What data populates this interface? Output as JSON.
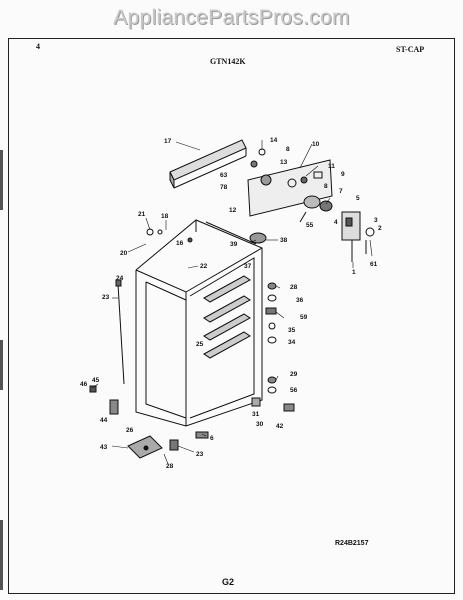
{
  "watermark": "AppliancePartsPros.com",
  "header": {
    "page_num": "4",
    "model": "GTN142K",
    "section": "ST-CAP"
  },
  "footer": {
    "ref_code": "R24B2157",
    "page_label": "G2"
  },
  "callouts": {
    "c17": "17",
    "c14": "14",
    "c8a": "8",
    "c13": "13",
    "c10": "10",
    "c11": "11",
    "c9": "9",
    "c8b": "8",
    "c7": "7",
    "c5": "5",
    "c63": "63",
    "c78": "78",
    "c12": "12",
    "c55": "55",
    "c3": "3",
    "c4": "4",
    "c2": "2",
    "c1": "1",
    "c61": "61",
    "c21": "21",
    "c18": "18",
    "c16": "16",
    "c39": "39",
    "c38": "38",
    "c20": "20",
    "c22": "22",
    "c37": "37",
    "c24": "24",
    "c23a": "23",
    "c28a": "28",
    "c36": "36",
    "c59": "59",
    "c35": "35",
    "c34": "34",
    "c25": "25",
    "c29": "29",
    "c56": "56",
    "c45": "45",
    "c46": "46",
    "c44": "44",
    "c31": "31",
    "c30": "30",
    "c42": "42",
    "c26": "26",
    "c6": "6",
    "c43": "43",
    "c23b": "23",
    "c28b": "28"
  }
}
